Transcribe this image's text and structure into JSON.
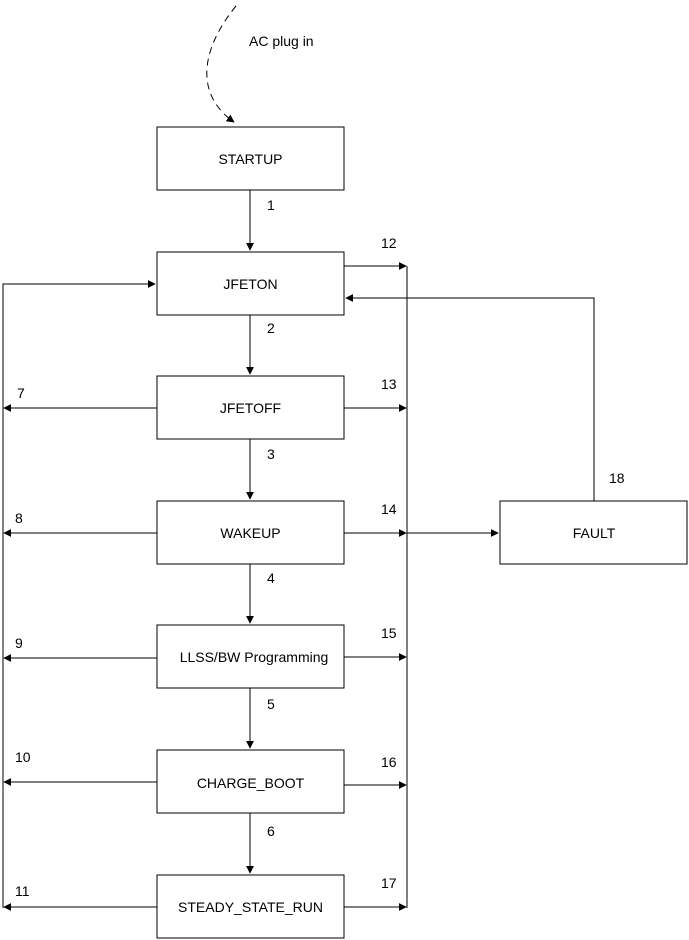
{
  "entry_note": "AC plug in",
  "states": {
    "startup": "STARTUP",
    "jfeton": "JFETON",
    "jfetoff": "JFETOFF",
    "wakeup": "WAKEUP",
    "llss": "LLSS/BW Programming",
    "charge_boot": "CHARGE_BOOT",
    "steady": "STEADY_STATE_RUN",
    "fault": "FAULT"
  },
  "transitions": {
    "t1": "1",
    "t2": "2",
    "t3": "3",
    "t4": "4",
    "t5": "5",
    "t6": "6",
    "t7": "7",
    "t8": "8",
    "t9": "9",
    "t10": "10",
    "t11": "11",
    "t12": "12",
    "t13": "13",
    "t14": "14",
    "t15": "15",
    "t16": "16",
    "t17": "17",
    "t18": "18"
  }
}
